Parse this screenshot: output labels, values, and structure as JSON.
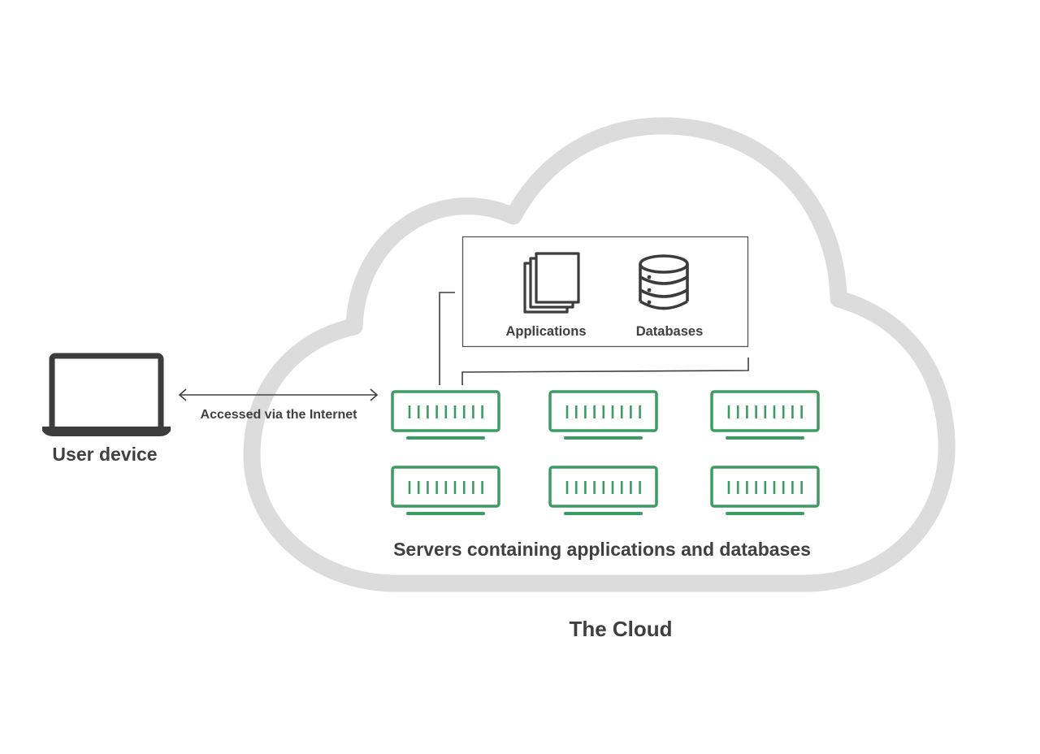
{
  "labels": {
    "user_device": "User device",
    "connection": "Accessed via the Internet",
    "applications": "Applications",
    "databases": "Databases",
    "servers": "Servers containing applications and databases",
    "cloud": "The Cloud"
  },
  "icons": {
    "device": "laptop-icon",
    "applications": "stacked-documents-icon",
    "databases": "database-cylinder-icon",
    "server": "server-rack-icon"
  },
  "server_count": 6,
  "colors": {
    "cloud_outline": "#dcdcdc",
    "server_green": "#3d9b64",
    "icon_dark": "#3c3c3c",
    "text": "#404040",
    "connector": "#404040"
  }
}
